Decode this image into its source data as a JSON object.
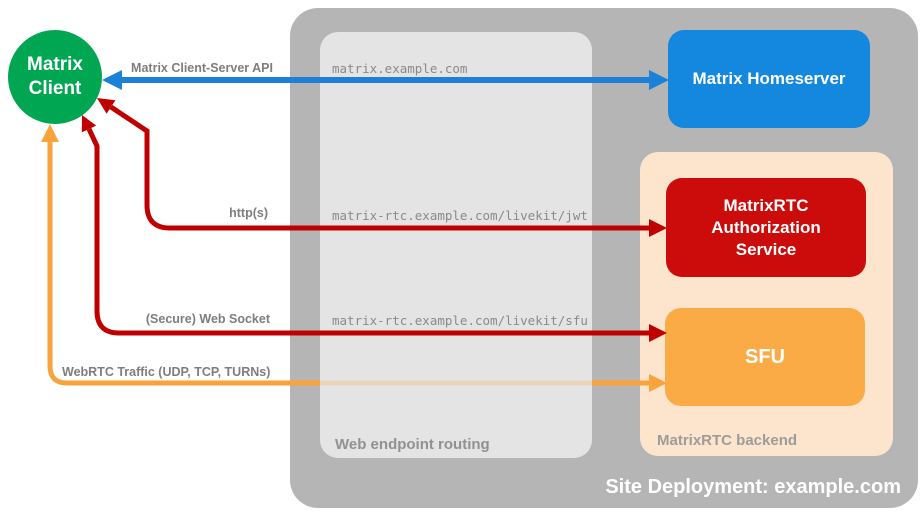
{
  "diagram": {
    "site": {
      "title": "Site Deployment: example.com"
    },
    "client": {
      "lines": [
        "Matrix",
        "Client"
      ]
    },
    "homeserver": {
      "label": "Matrix Homeserver"
    },
    "auth_service": {
      "lines": [
        "MatrixRTC",
        "Authorization",
        "Service"
      ]
    },
    "sfu": {
      "label": "SFU"
    },
    "routing": {
      "label": "Web endpoint routing",
      "endpoints": [
        "matrix.example.com",
        "matrix-rtc.example.com/livekit/jwt",
        "matrix-rtc.example.com/livekit/sfu"
      ]
    },
    "backend": {
      "label": "MatrixRTC backend"
    },
    "arrows": {
      "client_server_api": {
        "label": "Matrix Client-Server API",
        "color": "#1b80d8",
        "direction": "bidirectional"
      },
      "https": {
        "label": "http(s)",
        "color": "#c00000",
        "direction": "client-to-auth-service"
      },
      "websocket": {
        "label": "(Secure) Web Socket",
        "color": "#c00000",
        "direction": "client-to-sfu"
      },
      "webrtc": {
        "label": "WebRTC Traffic (UDP, TCP, TURNs)",
        "color": "#f9a33c",
        "direction": "client-to-sfu-bypassing-routing"
      }
    },
    "colors": {
      "client_green": "#00a651",
      "homeserver_blue": "#1487df",
      "auth_red": "#cc0b0b",
      "sfu_orange": "#fbab45",
      "backend_peach": "#fde4cc",
      "site_gray": "#b5b5b5",
      "routing_gray": "#e4e4e4",
      "label_gray": "#7e7e7e"
    }
  }
}
